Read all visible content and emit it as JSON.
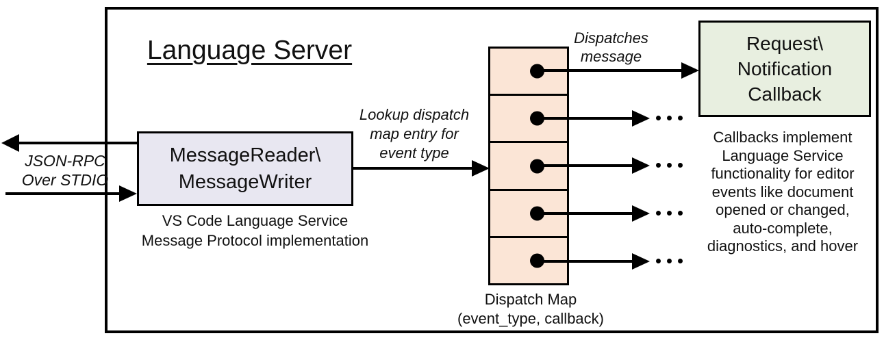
{
  "title": "Language Server",
  "io_label": {
    "line1": "JSON-RPC",
    "line2": "Over STDIO"
  },
  "reader_box": {
    "line1": "MessageReader\\",
    "line2": "MessageWriter"
  },
  "reader_caption": {
    "line1": "VS Code Language Service",
    "line2": "Message Protocol implementation"
  },
  "lookup_label": {
    "line1": "Lookup dispatch",
    "line2": "map entry for",
    "line3": "event type"
  },
  "dispatch_label": {
    "line1": "Dispatches",
    "line2": "message"
  },
  "callback_box": {
    "line1": "Request\\",
    "line2": "Notification",
    "line3": "Callback"
  },
  "callbacks_note": {
    "lines": [
      "Callbacks implement",
      "Language Service",
      "functionality for editor",
      "events like document",
      "opened or changed,",
      "auto-complete,",
      "diagnostics, and hover"
    ]
  },
  "dispatch_caption": {
    "line1": "Dispatch Map",
    "line2": "(event_type, callback)"
  },
  "dispatch_map": {
    "cell_count": 5
  },
  "colors": {
    "outline": "#000000",
    "reader_fill": "#E8E7F1",
    "dispatch_fill": "#FBE5D6",
    "callback_fill": "#E8EFE0"
  }
}
